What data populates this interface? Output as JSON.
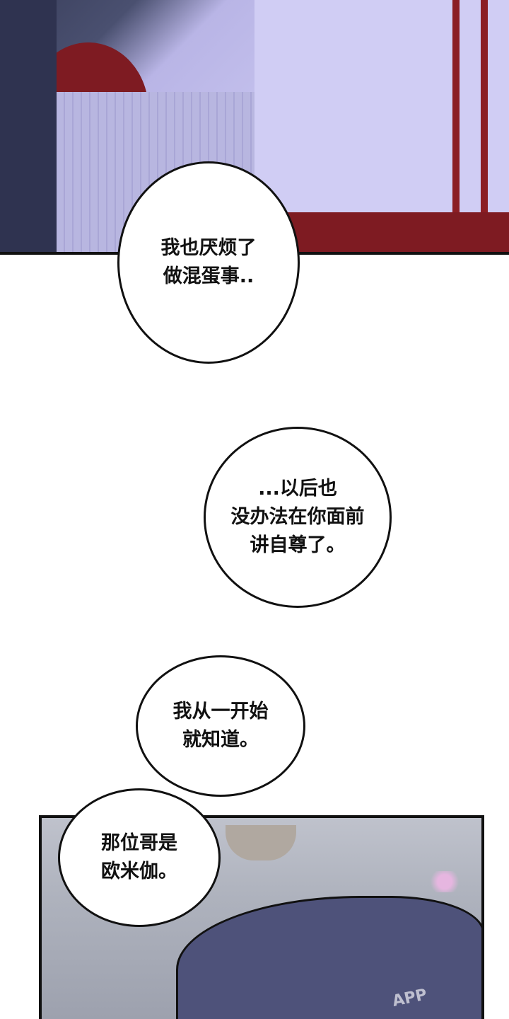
{
  "panels": [
    {
      "scene": "hospital-gown"
    },
    {
      "scene": "garden-hair"
    }
  ],
  "bubbles": [
    {
      "text": "我也厌烦了\n做混蛋事.."
    },
    {
      "text": "...以后也\n没办法在你面前\n讲自尊了。"
    },
    {
      "text": "我从一开始\n就知道。"
    },
    {
      "text": "那位哥是\n欧米伽。"
    }
  ],
  "watermark": {
    "text": "APP"
  },
  "colors": {
    "gown": "#c9c6f0",
    "stripe": "#8b1e24",
    "hair": "#4e527a"
  }
}
